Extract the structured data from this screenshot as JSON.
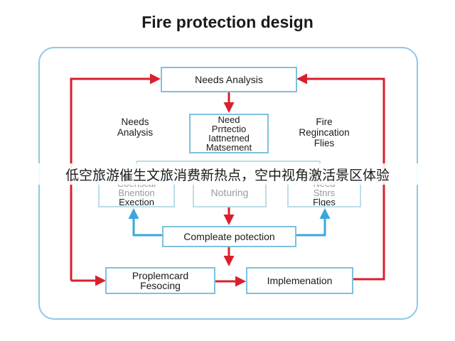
{
  "title": "Fire protection design",
  "nodes": {
    "needs_analysis": "Needs Analysis",
    "need_protection": [
      "Need",
      "Prrtectio",
      "Iattnetned",
      "Matsement"
    ],
    "coenscal": [
      "Coenscal",
      "Bnention",
      "Exection"
    ],
    "noturing": "Noturing",
    "need_stars": [
      "Need",
      "Stnrs",
      "Flges"
    ],
    "complete_protection": "Compleate potection",
    "proplemcard": [
      "Proplemcard",
      "Fesocing"
    ],
    "implementation": "Implemenation"
  },
  "labels": {
    "left": [
      "Needs",
      "Analysis"
    ],
    "right": [
      "Fire",
      "Regincation",
      "Flies"
    ]
  },
  "overlay_text": "低空旅游催生文旅消费新热点，空中视角激活景区体验",
  "colors": {
    "red_arrow": "#d9202c",
    "blue_arrow": "#3aa7dc",
    "box_border": "#7fc0de",
    "frame_border": "#8fc8e6"
  }
}
